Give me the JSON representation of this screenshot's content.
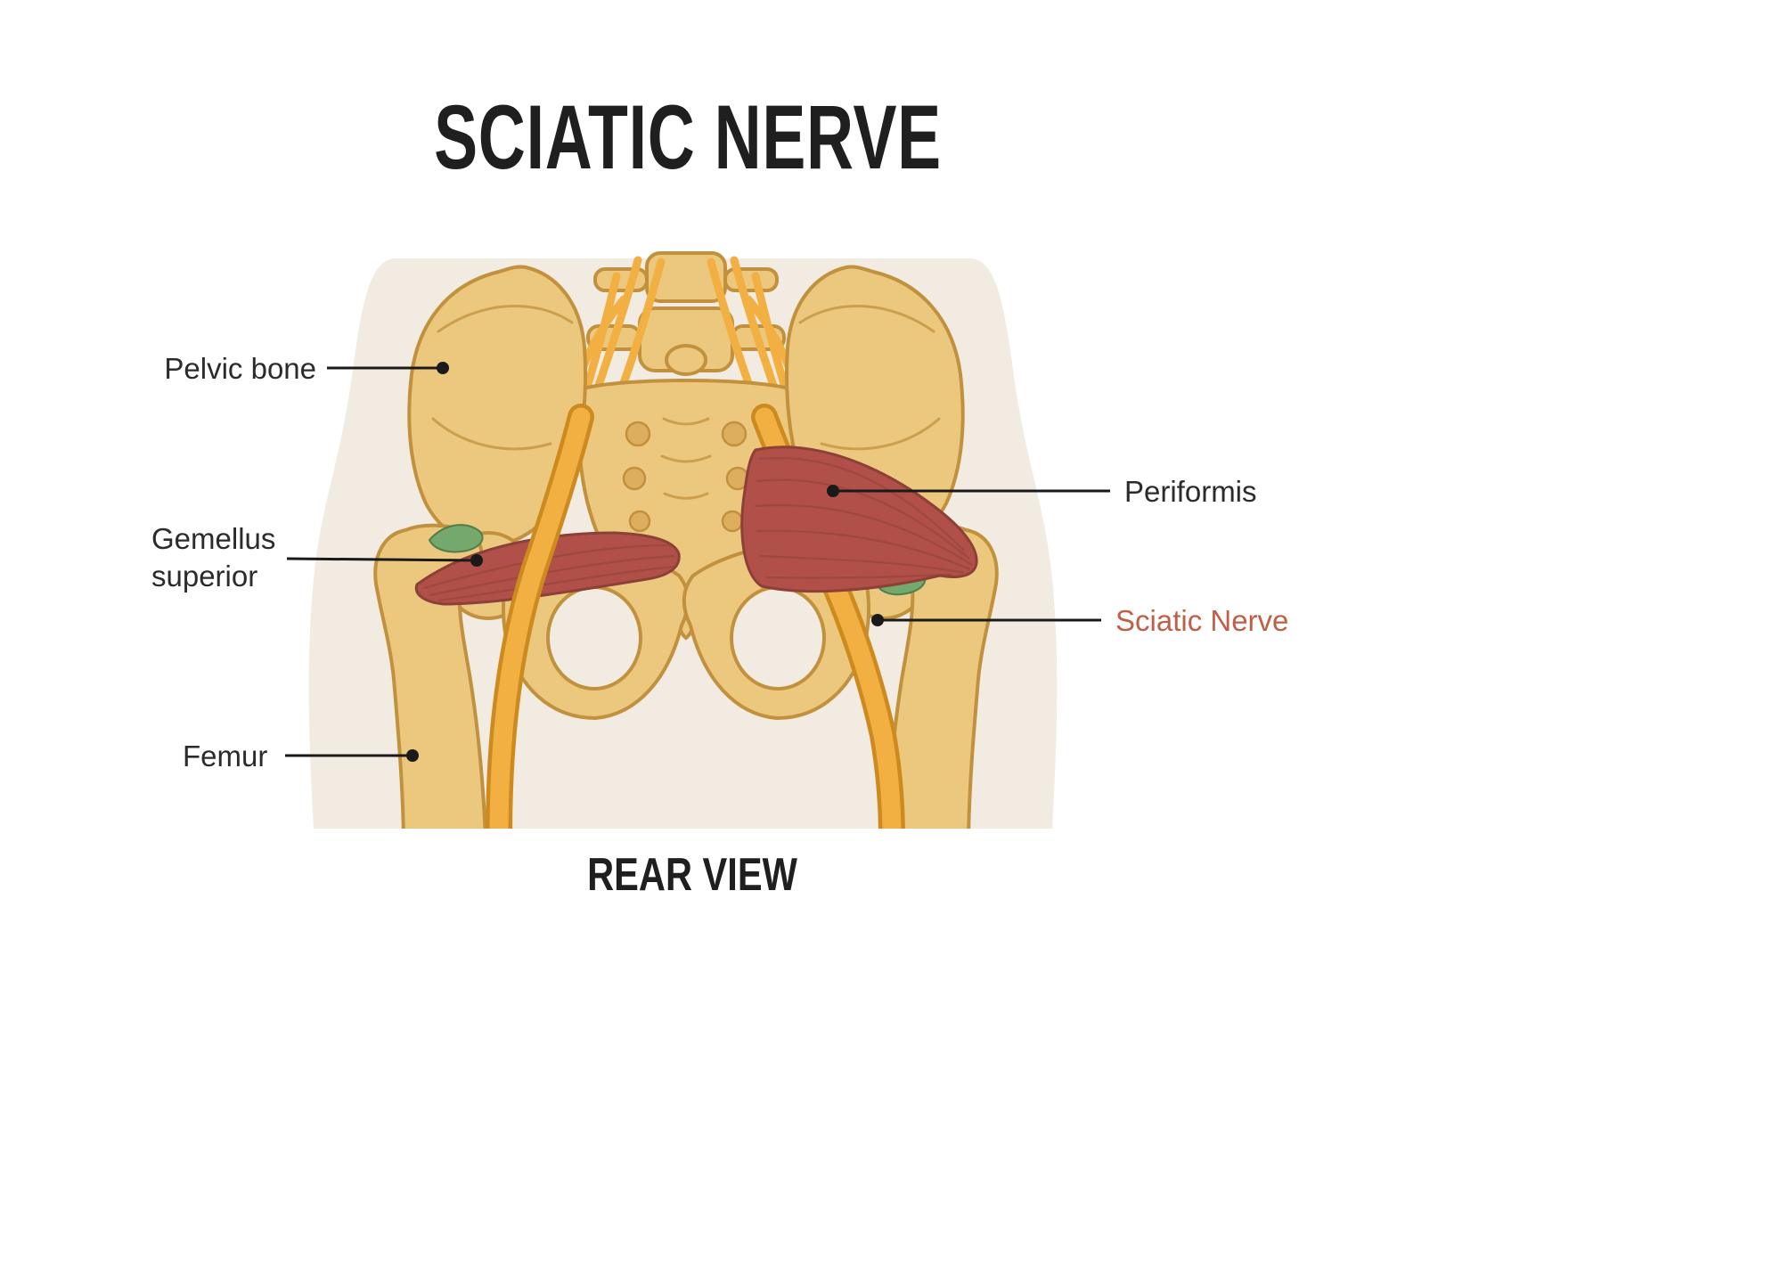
{
  "title": "SCIATIC NERVE",
  "view_label": "REAR VIEW",
  "labels": {
    "pelvic_bone": "Pelvic bone",
    "gemellus_superior": "Gemellus superior",
    "femur": "Femur",
    "periformis": "Periformis",
    "sciatic_nerve": "Sciatic Nerve"
  },
  "colors": {
    "background": "#ffffff",
    "body_silhouette": "#f2ebe1",
    "bone": "#ecc87f",
    "bone_outline": "#c2913e",
    "bone_shadow": "#dcae5e",
    "muscle": "#b05048",
    "muscle_outline": "#8c4038",
    "nerve": "#f2b042",
    "nerve_outline": "#cd8a1e",
    "ligament": "#74a86d",
    "ligament_outline": "#4e7f4a",
    "label_text": "#2b2b2b",
    "title_text": "#1f1f1f",
    "sciatic_label": "#c05f47",
    "leader_line": "#1a1a1a"
  }
}
